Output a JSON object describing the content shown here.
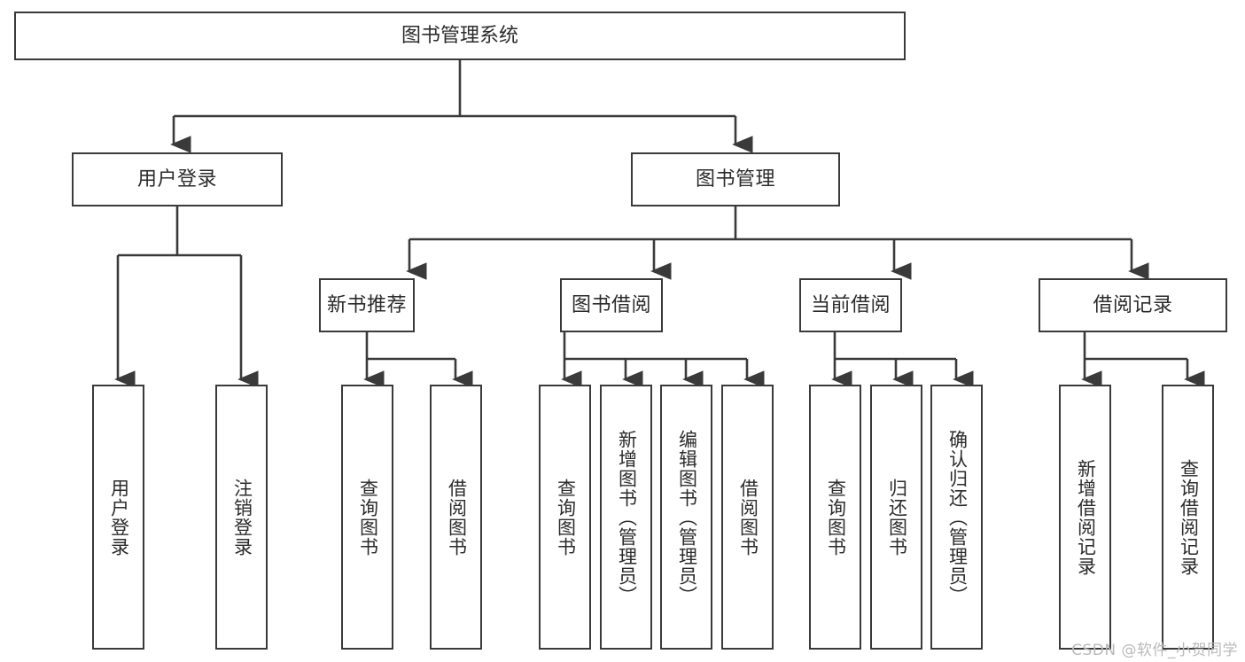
{
  "diagram": {
    "title": "图书管理系统",
    "type": "tree",
    "root": {
      "label": "图书管理系统"
    },
    "level2": [
      {
        "label": "用户登录"
      },
      {
        "label": "图书管理"
      }
    ],
    "level3": [
      {
        "label": "新书推荐"
      },
      {
        "label": "图书借阅"
      },
      {
        "label": "当前借阅"
      },
      {
        "label": "借阅记录"
      }
    ],
    "leaves": {
      "user_login": [
        {
          "label": "用户登录"
        },
        {
          "label": "注销登录"
        }
      ],
      "new_book_recommend": [
        {
          "label": "查询图书"
        },
        {
          "label": "借阅图书"
        }
      ],
      "book_borrow": [
        {
          "label": "查询图书"
        },
        {
          "label": "新增图书（管理员）"
        },
        {
          "label": "编辑图书（管理员）"
        },
        {
          "label": "借阅图书"
        }
      ],
      "current_borrow": [
        {
          "label": "查询图书"
        },
        {
          "label": "归还图书"
        },
        {
          "label": "确认归还（管理员）"
        }
      ],
      "borrow_record": [
        {
          "label": "新增借阅记录"
        },
        {
          "label": "查询借阅记录"
        }
      ]
    }
  },
  "watermark": {
    "text": "CSDN @软件_小贺同学"
  },
  "colors": {
    "stroke": "#3a3a3a",
    "background": "#ffffff",
    "text": "#2b2b2b",
    "watermark": "#b9b9b9"
  }
}
